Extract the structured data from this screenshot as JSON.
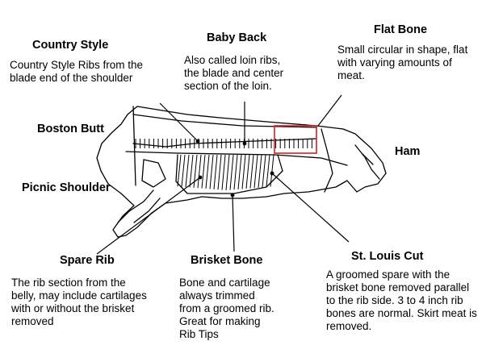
{
  "labels": {
    "country_style": {
      "title": "Country Style",
      "desc": "Country Style Ribs from the blade end of the shoulder"
    },
    "baby_back": {
      "title": "Baby Back",
      "desc": "Also called loin ribs, the blade and center section of the loin."
    },
    "flat_bone": {
      "title": "Flat Bone",
      "desc": "Small circular in shape, flat with varying amounts of meat."
    },
    "boston_butt": {
      "title": "Boston Butt"
    },
    "ham": {
      "title": "Ham"
    },
    "picnic_shoulder": {
      "title": "Picnic Shoulder"
    },
    "spare_rib": {
      "title": "Spare Rib",
      "desc": "The rib section from the belly, may include cartilages with or without the brisket removed"
    },
    "brisket_bone": {
      "title": "Brisket Bone",
      "desc": "Bone and cartilage always trimmed from a groomed rib. Great for making Rib Tips"
    },
    "st_louis_cut": {
      "title": "St. Louis Cut",
      "desc": "A groomed spare with the brisket bone removed parallel to the rib side.  3 to 4 inch rib bones are normal.  Skirt meat is removed."
    }
  },
  "colors": {
    "line": "#000000",
    "highlight": "#d42020",
    "background": "#ffffff"
  }
}
